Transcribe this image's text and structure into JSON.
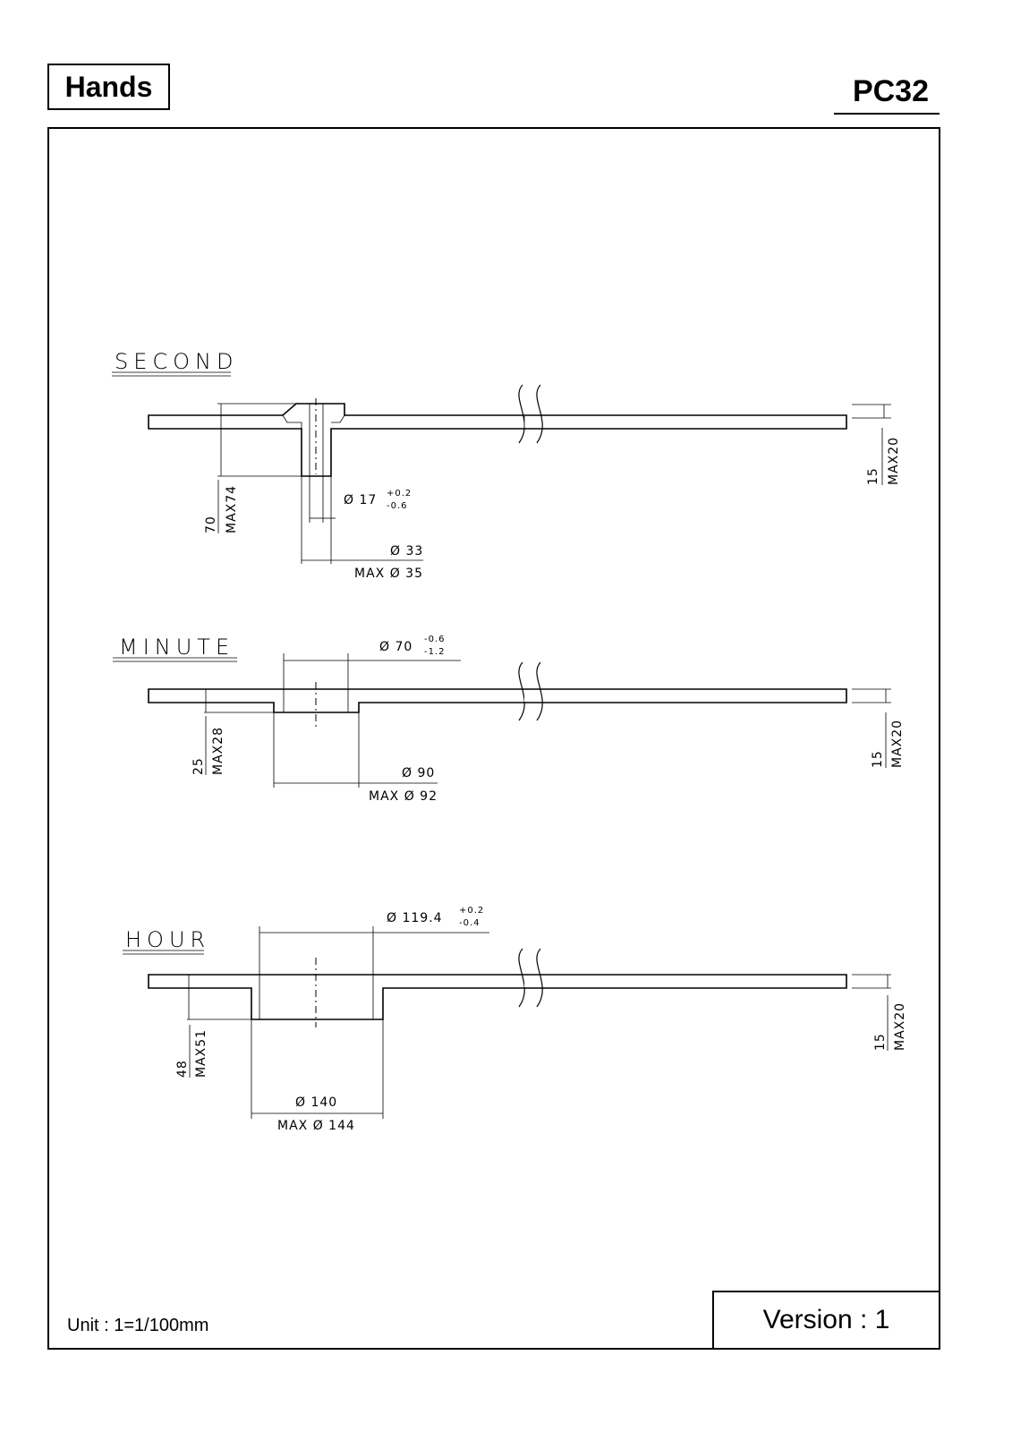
{
  "header": {
    "category": "Hands",
    "model": "PC32"
  },
  "footer": {
    "unit": "Unit  : 1=1/100mm",
    "version": "Version :  1"
  },
  "second": {
    "title": "SECOND",
    "thickness": "15",
    "thickness_max": "MAX20",
    "height": "70",
    "height_max": "MAX74",
    "inner_dia": "Ø 17",
    "inner_tol_plus": "+0.2",
    "inner_tol_minus": "-0.6",
    "outer_dia": "Ø 33",
    "outer_max": "MAX Ø 35"
  },
  "minute": {
    "title": "MINUTE",
    "thickness": "15",
    "thickness_max": "MAX20",
    "height": "25",
    "height_max": "MAX28",
    "inner_dia": "Ø 70",
    "inner_tol_plus": "-0.6",
    "inner_tol_minus": "-1.2",
    "outer_dia": "Ø 90",
    "outer_max": "MAX Ø 92"
  },
  "hour": {
    "title": "HOUR",
    "thickness": "15",
    "thickness_max": "MAX20",
    "height": "48",
    "height_max": "MAX51",
    "inner_dia": "Ø 119.4",
    "inner_tol_plus": "+0.2",
    "inner_tol_minus": "-0.4",
    "outer_dia": "Ø 140",
    "outer_max": "MAX Ø 144"
  }
}
